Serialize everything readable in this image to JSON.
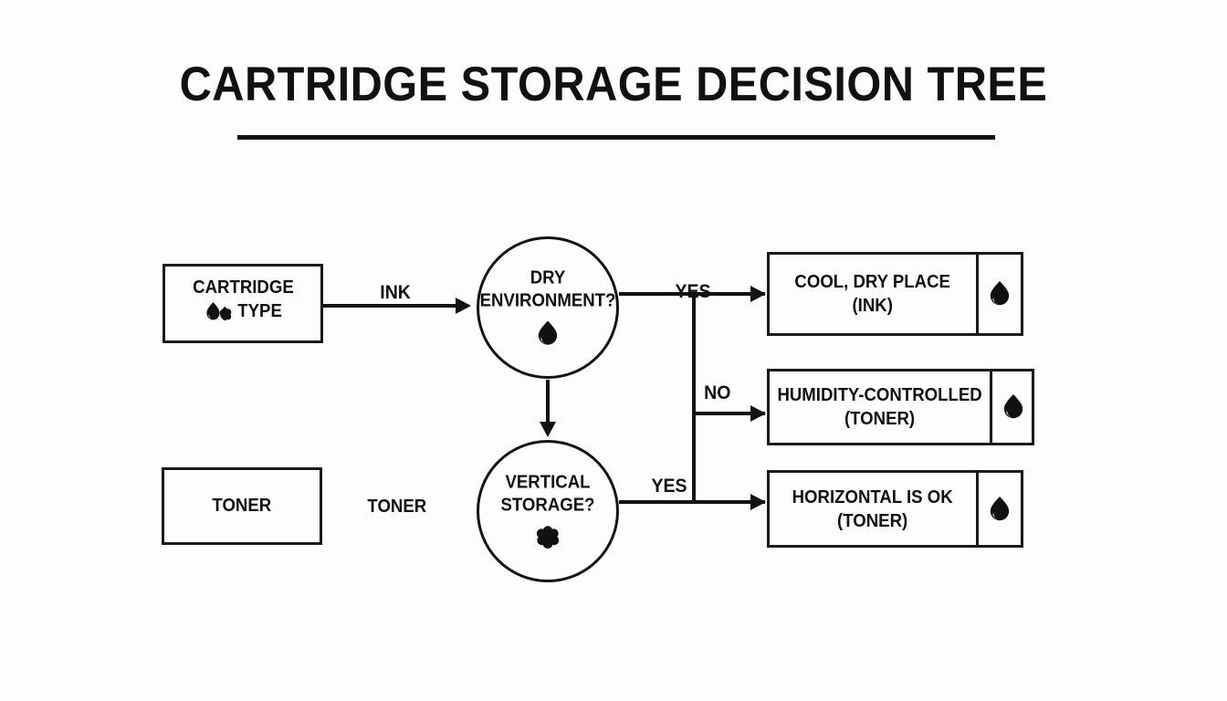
{
  "page": {
    "title": "CARTRIDGE STORAGE DECISION TREE",
    "background_color": "#fdfdfc",
    "ink_color": "#121212"
  },
  "nodes": {
    "start": {
      "line1": "CARTRIDGE",
      "line2": "TYPE",
      "icon": "ink-drop-and-toner-blob-icon"
    },
    "toner_box": {
      "label": "TONER"
    },
    "decision_dry": {
      "line1": "DRY",
      "line2": "ENVIRONMENT?",
      "icon": "ink-drop-icon"
    },
    "decision_vertical": {
      "line1": "VERTICAL",
      "line2": "STORAGE?",
      "icon": "toner-powder-icon"
    }
  },
  "results": [
    {
      "line1": "COOL, DRY PLACE",
      "line2": "(INK)",
      "icon": "ink-drop-icon"
    },
    {
      "line1": "HUMIDITY-CONTROLLED",
      "line2": "(TONER)",
      "icon": "ink-drop-icon"
    },
    {
      "line1": "HORIZONTAL IS OK",
      "line2": "(TONER)",
      "icon": "ink-drop-icon"
    }
  ],
  "edge_labels": {
    "ink": "INK",
    "toner": "TONER",
    "yes_top": "YES",
    "no": "NO",
    "yes_bottom": "YES"
  }
}
